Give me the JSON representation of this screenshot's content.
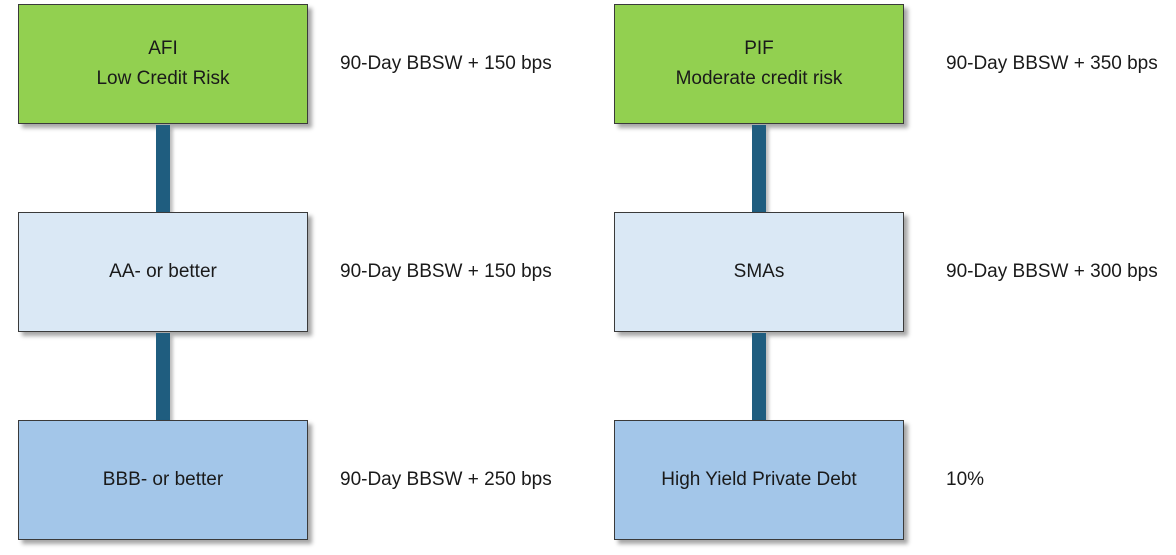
{
  "colors": {
    "top_box_fill": "#92d050",
    "mid_box_fill": "#dae8f5",
    "bottom_box_fill": "#a3c6e9",
    "connector": "#1f5d7f"
  },
  "columns": [
    {
      "top": {
        "line1": "AFI",
        "line2": "Low Credit Risk",
        "rate": "90-Day BBSW + 150 bps"
      },
      "middle": {
        "label": "AA- or better",
        "rate": "90-Day BBSW + 150 bps"
      },
      "bottom": {
        "label": "BBB- or better",
        "rate": "90-Day BBSW + 250 bps"
      }
    },
    {
      "top": {
        "line1": "PIF",
        "line2": "Moderate credit risk",
        "rate": "90-Day BBSW + 350 bps"
      },
      "middle": {
        "label": "SMAs",
        "rate": "90-Day BBSW + 300 bps"
      },
      "bottom": {
        "label": "High Yield Private Debt",
        "rate": "10%"
      }
    }
  ]
}
